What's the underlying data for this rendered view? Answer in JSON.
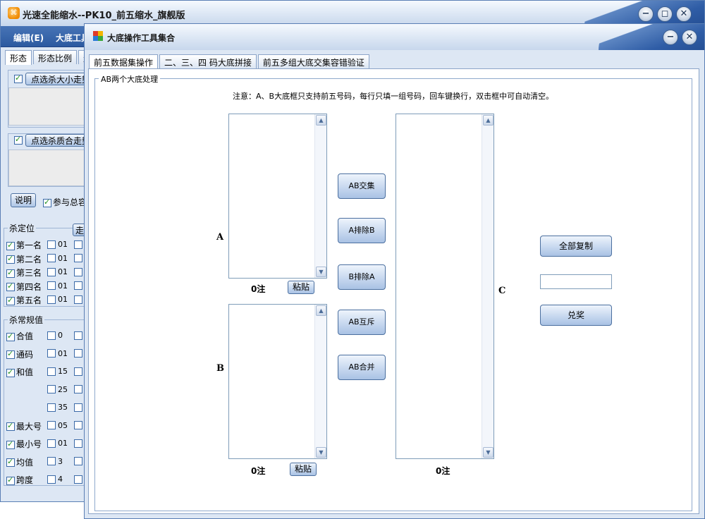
{
  "main_window": {
    "title": "光速全能缩水--PK10_前五缩水_旗舰版",
    "icon_glyph": "⌘",
    "menu": [
      "编辑(E)",
      "大底工具"
    ],
    "tabs": [
      "形态",
      "形态比例",
      "走"
    ],
    "buttons": {
      "minimize": "−",
      "maximize": "◻",
      "close": "✕"
    }
  },
  "left_panel": {
    "group1_button": "点选杀大小走势",
    "group2_button": "点选杀质合走势",
    "explain_button": "说明",
    "participate_label": "参与总容",
    "kill_position": {
      "title": "杀定位",
      "button": "走",
      "rows": [
        {
          "label": "第一名",
          "value": "01",
          "checked": true
        },
        {
          "label": "第二名",
          "value": "01",
          "checked": true
        },
        {
          "label": "第三名",
          "value": "01",
          "checked": true
        },
        {
          "label": "第四名",
          "value": "01",
          "checked": true
        },
        {
          "label": "第五名",
          "value": "01",
          "checked": true
        }
      ]
    },
    "kill_regular": {
      "title": "杀常规值",
      "rows": [
        {
          "label": "合值",
          "value": "0",
          "checked": true
        },
        {
          "label": "通码",
          "value": "01",
          "checked": true
        },
        {
          "label": "和值",
          "value": "15",
          "checked": true
        },
        {
          "label": "",
          "value": "25",
          "checked": false
        },
        {
          "label": "",
          "value": "35",
          "checked": false
        },
        {
          "label": "最大号",
          "value": "05",
          "checked": true
        },
        {
          "label": "最小号",
          "value": "01",
          "checked": true
        },
        {
          "label": "均值",
          "value": "3",
          "checked": true
        },
        {
          "label": "跨度",
          "value": "4",
          "checked": true
        }
      ]
    }
  },
  "dialog": {
    "title": "大底操作工具集合",
    "buttons": {
      "minimize": "−",
      "close": "✕"
    },
    "tabs": [
      "前五数据集操作",
      "二、三、四 码大底拼接",
      "前五多组大底交集容错验证"
    ],
    "group_title": "AB两个大底处理",
    "note": "注意：A、B大底框只支持前五号码，每行只填一组号码，回车键换行，双击框中可自动清空。",
    "label_a": "A",
    "label_b": "B",
    "label_c": "C",
    "count_a": "0注",
    "count_b": "0注",
    "count_c": "0注",
    "paste_label": "粘贴",
    "ops": [
      "AB交集",
      "A排除B",
      "B排除A",
      "AB互斥",
      "AB合并"
    ],
    "copy_all": "全部复制",
    "prize_input": "",
    "prize_button": "兑奖",
    "scroll_up": "▲",
    "scroll_down": "▼"
  }
}
